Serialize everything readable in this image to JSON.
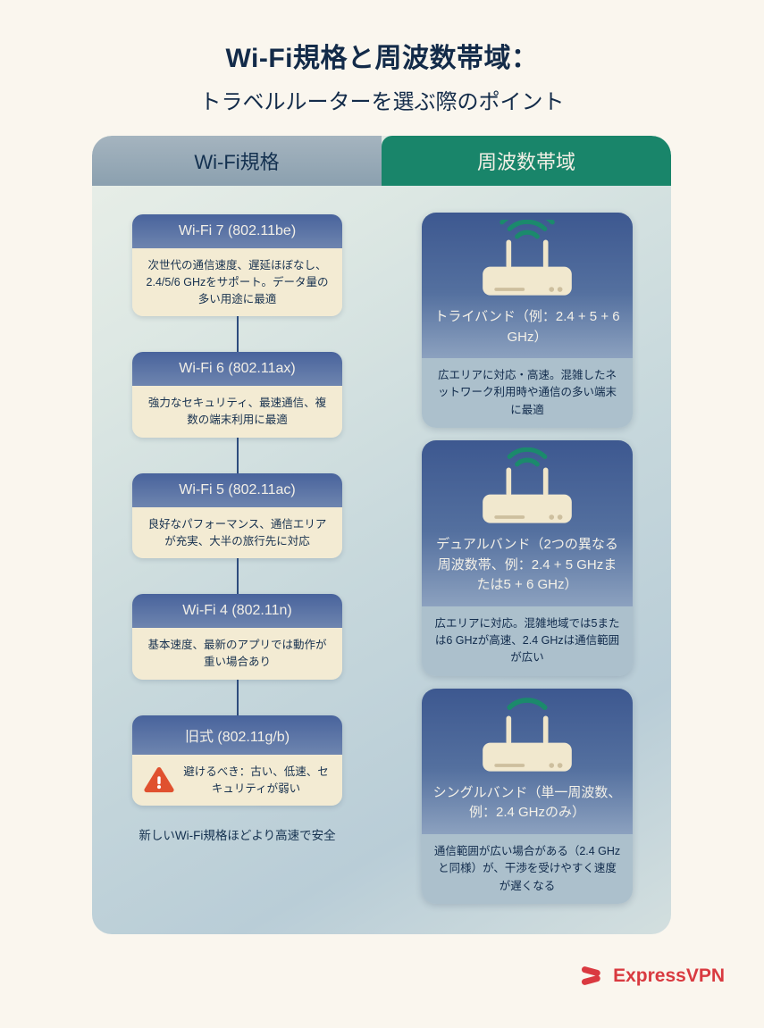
{
  "colors": {
    "page_background": "#FAF6EE",
    "accent_green": "#19856A",
    "accent_navy": "#3F5B94",
    "card_cream": "#F3EBD3",
    "body_blue_gray": "#ACC0CC",
    "warning_red": "#E0512F",
    "brand_red": "#DA3940"
  },
  "header": {
    "title_line1": "Wi-Fi規格と周波数帯域：",
    "title_line2": "トラベルルーターを選ぶ際のポイント"
  },
  "columns": {
    "left": {
      "header": "Wi-Fi規格",
      "cards": [
        {
          "title": "Wi-Fi 7 (802.11be)",
          "body": "次世代の通信速度、遅延ほぼなし、2.4/5/6 GHzをサポート。データ量の多い用途に最適"
        },
        {
          "title": "Wi-Fi 6 (802.11ax)",
          "body": "強力なセキュリティ、最速通信、複数の端末利用に最適"
        },
        {
          "title": "Wi-Fi 5 (802.11ac)",
          "body": "良好なパフォーマンス、通信エリアが充実、大半の旅行先に対応"
        },
        {
          "title": "Wi-Fi 4 (802.11n)",
          "body": "基本速度、最新のアプリでは動作が重い場合あり"
        },
        {
          "title": "旧式 (802.11g/b)",
          "body": "避けるべき：古い、低速、セキュリティが弱い",
          "warning": true,
          "icon": "warning-icon"
        }
      ],
      "footnote": "新しいWi-Fi規格ほどより高速で安全"
    },
    "right": {
      "header": "周波数帯域",
      "cards": [
        {
          "title": "トライバンド（例：2.4 + 5 + 6 GHz）",
          "body": "広エリアに対応・高速。混雑したネットワーク利用時や通信の多い端末に最適",
          "icon": "wifi-router-triband-icon",
          "bands": 3
        },
        {
          "title": "デュアルバンド（2つの異なる周波数帯、例：2.4 + 5 GHzまたは5 + 6 GHz）",
          "body": "広エリアに対応。混雑地域では5または6 GHzが高速、2.4 GHzは通信範囲が広い",
          "icon": "wifi-router-dualband-icon",
          "bands": 2
        },
        {
          "title": "シングルバンド（単一周波数、例：2.4 GHzのみ）",
          "body": "通信範囲が広い場合がある（2.4 GHzと同様）が、干渉を受けやすく速度が遅くなる",
          "icon": "wifi-router-singleband-icon",
          "bands": 1
        }
      ]
    }
  },
  "footer": {
    "brand": "ExpressVPN",
    "logo_icon": "expressvpn-logo-icon"
  }
}
